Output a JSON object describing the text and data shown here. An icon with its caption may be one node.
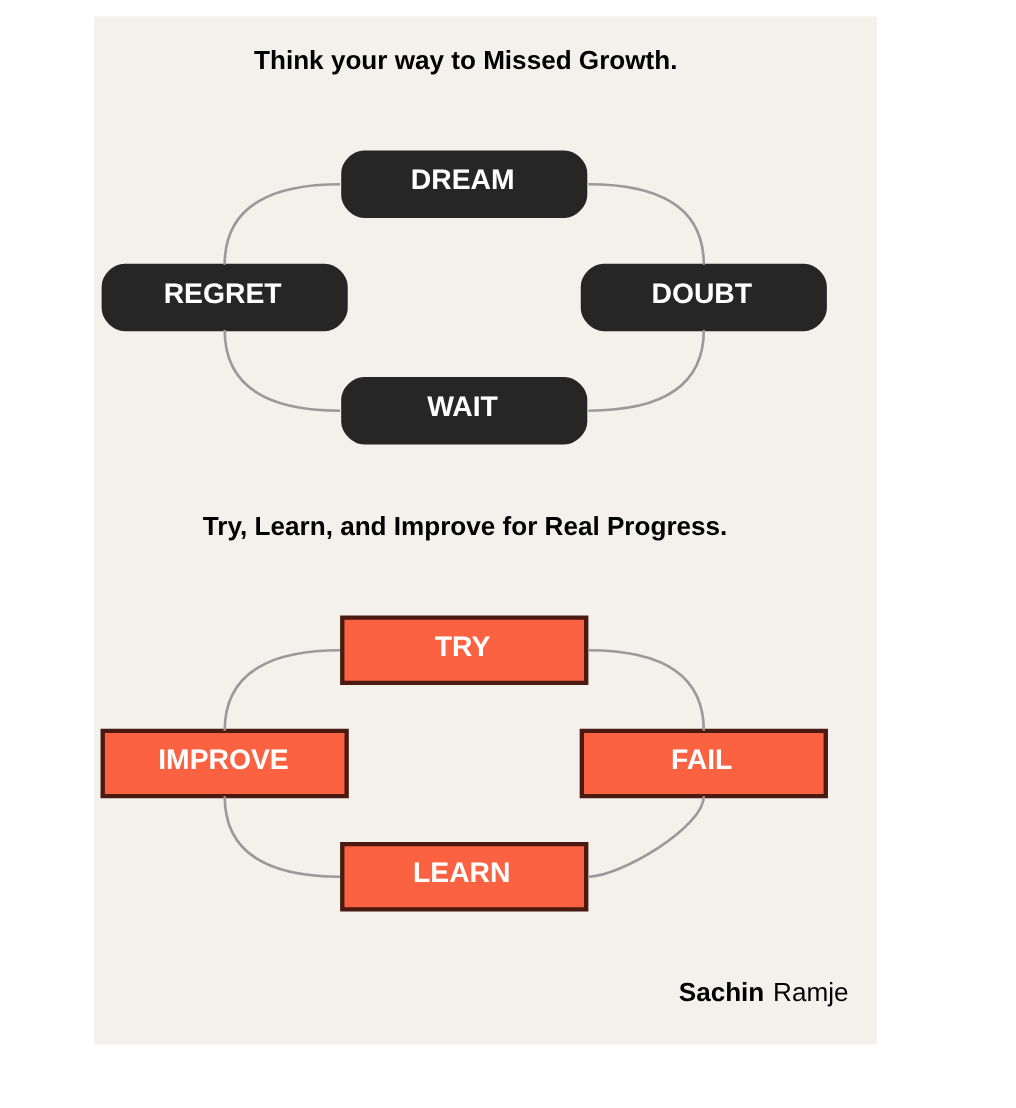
{
  "diagram": {
    "nodes": [
      {
        "text": [
          "DREAM"
        ]
      },
      {
        "text": [
          "REGRET"
        ]
      },
      {
        "text": [
          "DOUBT"
        ]
      },
      {
        "text": [
          "WAIT"
        ]
      },
      {
        "text": [
          "TRY"
        ]
      },
      {
        "text": [
          "IMPROVE"
        ]
      },
      {
        "text": [
          "FAIL"
        ]
      },
      {
        "text": [
          "LEARN"
        ]
      }
    ],
    "edges": [
      {
        "from": 0,
        "to": 2,
        "arrow": "none"
      },
      {
        "from": 2,
        "to": 3,
        "arrow": "none"
      },
      {
        "from": 1,
        "to": 3,
        "arrow": "none"
      },
      {
        "from": 0,
        "to": 1,
        "arrow": "none"
      },
      {
        "from": 4,
        "to": 6,
        "arrow": "none"
      },
      {
        "from": 6,
        "to": 7,
        "arrow": "none"
      },
      {
        "from": 5,
        "to": 7,
        "arrow": "none"
      },
      {
        "from": 4,
        "to": 5,
        "arrow": "none"
      }
    ],
    "labels": [
      "Think your way to Missed Growth.",
      "Try, Learn, and Improve for Real Progress.",
      "**Sachin** Ramje"
    ]
  }
}
